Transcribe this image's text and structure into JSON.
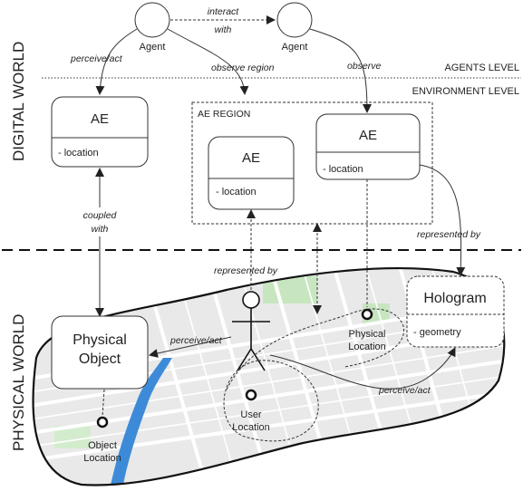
{
  "worlds": {
    "digital": "DIGITAL WORLD",
    "physical": "PHYSICAL WORLD"
  },
  "levels": {
    "agents": "AGENTS LEVEL",
    "environment": "ENVIRONMENT LEVEL"
  },
  "agents": [
    {
      "label": "Agent"
    },
    {
      "label": "Agent"
    }
  ],
  "relations": {
    "interact_with_1": "interact",
    "interact_with_2": "with",
    "perceive_act_top": "perceive/act",
    "observe_region": "observe region",
    "observe": "observe",
    "coupled_with_1": "coupled",
    "coupled_with_2": "with",
    "represented_by_hologram": "represented by",
    "represented_by_user": "represented by",
    "perceive_act_object": "perceive/act",
    "perceive_act_hologram": "perceive/act"
  },
  "ae_region": {
    "label": "AE REGION"
  },
  "artifacts": {
    "ae_left": {
      "title": "AE",
      "attr": "- location"
    },
    "ae_middle": {
      "title": "AE",
      "attr": "- location"
    },
    "ae_right": {
      "title": "AE",
      "attr": "- location"
    },
    "hologram": {
      "title": "Hologram",
      "attr": "- geometry"
    },
    "physical_object": {
      "title_1": "Physical",
      "title_2": "Object"
    }
  },
  "locations": {
    "physical_1": "Physical",
    "physical_2": "Location",
    "user_1": "User",
    "user_2": "Location",
    "object_1": "Object",
    "object_2": "Location"
  },
  "colors": {
    "stroke": "#222222",
    "map_land": "#e9e9e9",
    "map_road": "#ffffff",
    "map_river": "#3d8bd8",
    "map_park": "#c7e6c0"
  }
}
